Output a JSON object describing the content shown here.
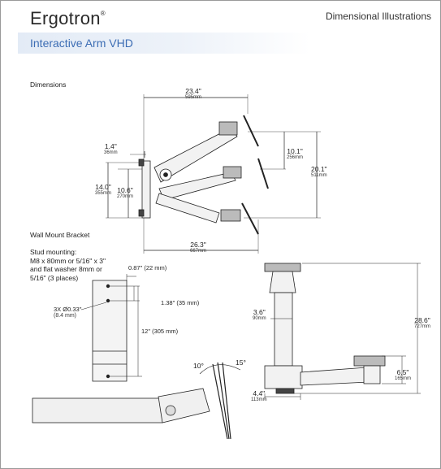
{
  "header": {
    "brand": "Ergotron",
    "brand_mark": "®",
    "subtitle": "Interactive Arm VHD",
    "section": "Dimensional Illustrations"
  },
  "sections": {
    "dimensions": "Dimensions",
    "bracket": "Wall Mount Bracket",
    "stud_mounting": "Stud mounting:",
    "stud_line2": "M8 x 80mm or 5/16\" x 3\"",
    "stud_line3": "and flat washer 8mm or",
    "stud_line4": "5/16\" (3 places)"
  },
  "side_view": {
    "width_top": "23.4\"",
    "width_top_mm": "595mm",
    "offset": "1.4\"",
    "offset_mm": "36mm",
    "rise": "10.1\"",
    "rise_mm": "256mm",
    "total_height": "20.1\"",
    "total_height_mm": "511mm",
    "reach_min": "14.0\"",
    "reach_min_mm": "355mm",
    "mount_height": "10.6\"",
    "mount_height_mm": "270mm",
    "width_bottom": "26.3\"",
    "width_bottom_mm": "667mm"
  },
  "bracket_view": {
    "edge": "0.87\" (22 mm)",
    "hole": "3X Ø0.33\"",
    "hole_mm": "(8.4 mm)",
    "hole_spacing": "1.38\" (35 mm)",
    "length": "12\" (305 mm)"
  },
  "tilt_view": {
    "tilt_up": "10°",
    "tilt_down": "15°"
  },
  "front_view": {
    "column": "3.6\"",
    "column_mm": "90mm",
    "height": "28.6\"",
    "height_mm": "727mm",
    "head": "6.5\"",
    "head_mm": "165mm",
    "base": "4.4\"",
    "base_mm": "113mm"
  }
}
